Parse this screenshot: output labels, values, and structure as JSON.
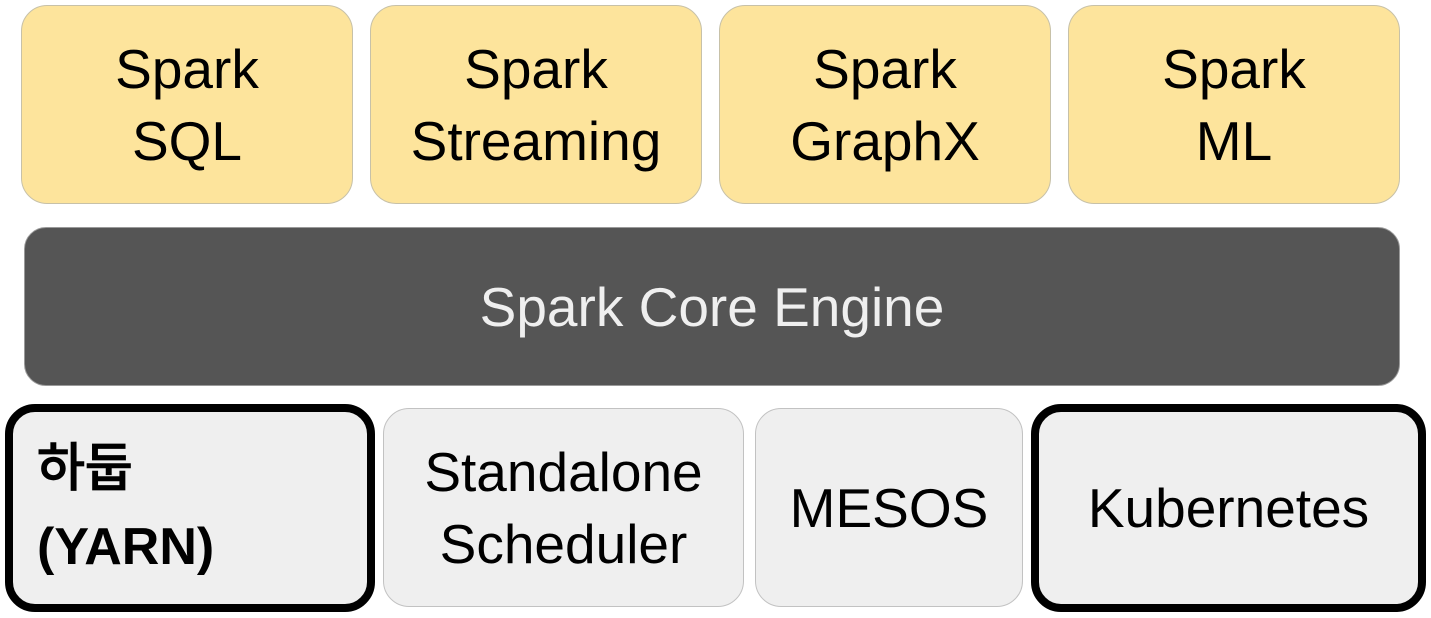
{
  "diagram": {
    "libraries": [
      {
        "line1": "Spark",
        "line2": "SQL"
      },
      {
        "line1": "Spark",
        "line2": "Streaming"
      },
      {
        "line1": "Spark",
        "line2": "GraphX"
      },
      {
        "line1": "Spark",
        "line2": "ML"
      }
    ],
    "core": {
      "label": "Spark Core Engine"
    },
    "cluster_managers": [
      {
        "line1": "하둡",
        "line2": "(YARN)",
        "highlighted": true
      },
      {
        "line1": "Standalone",
        "line2": "Scheduler",
        "highlighted": false
      },
      {
        "line1": "MESOS",
        "highlighted": false
      },
      {
        "line1": "Kubernetes",
        "highlighted": true
      }
    ],
    "colors": {
      "library_fill": "#fde49c",
      "core_fill": "#555555",
      "core_text": "#efefef",
      "manager_fill": "#efefef",
      "highlight_border": "#000000"
    }
  }
}
